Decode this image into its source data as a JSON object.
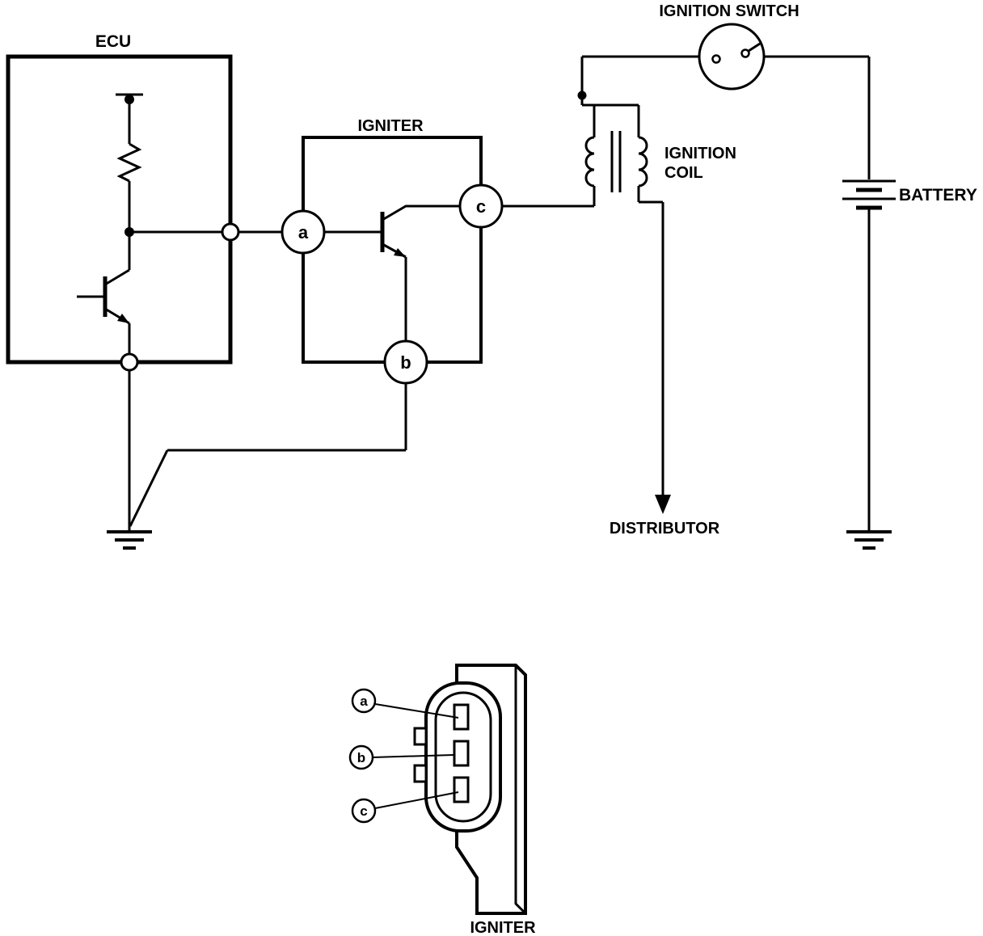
{
  "colors": {
    "line": "#000000",
    "background": "#ffffff"
  },
  "labels": {
    "ecu": "ECU",
    "igniter_box": "IGNITER",
    "ignition_switch": "IGNITION SWITCH",
    "ignition_coil_line1": "IGNITION",
    "ignition_coil_line2": "COIL",
    "battery": "BATTERY",
    "distributor": "DISTRIBUTOR",
    "igniter_connector": "IGNITER"
  },
  "terminals": {
    "a": "a",
    "b": "b",
    "c": "c"
  }
}
